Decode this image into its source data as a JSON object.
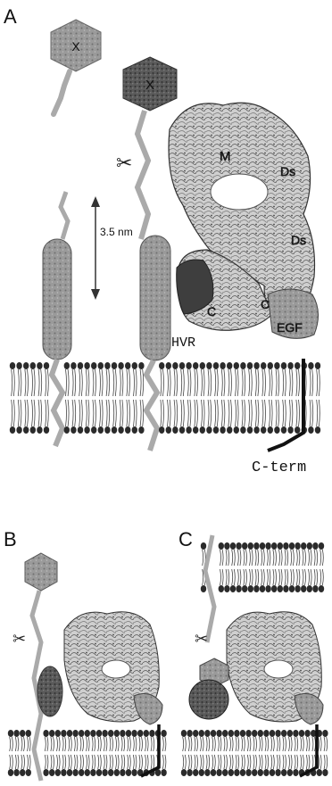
{
  "panels": {
    "a": {
      "letter": "A",
      "hexagon_label": "X",
      "distance_label": "3.5 nm",
      "domain_labels": {
        "m": "M",
        "ds_top": "Ds",
        "ds_mid": "Ds",
        "c_left": "C",
        "c_right": "C",
        "egf": "EGF",
        "hvr": "HVR"
      },
      "cterm_label": "C-term"
    },
    "b": {
      "letter": "B"
    },
    "c": {
      "letter": "C"
    }
  },
  "colors": {
    "protein_dark": "#555555",
    "protein_mid": "#8c8c8c",
    "protein_light": "#bdbdbd",
    "lipid_head": "#2b2b2b",
    "lipid_tail": "#444444",
    "ink": "#111111"
  },
  "icons": [
    "scissors-icon",
    "double-arrow-icon",
    "hexagon-domain",
    "lipid-bilayer"
  ]
}
